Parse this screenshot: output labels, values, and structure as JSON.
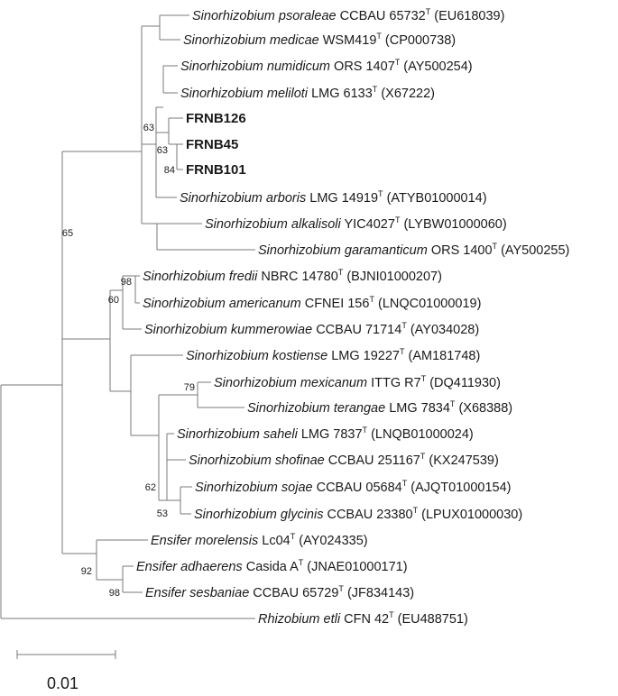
{
  "leaves": [
    {
      "species": "Sinorhizobium psoraleae",
      "strain": "CCBAU 65732",
      "sup": "T",
      "acc": "(EU618039)"
    },
    {
      "species": "Sinorhizobium medicae",
      "strain": "WSM419",
      "sup": "T",
      "acc": "(CP000738)"
    },
    {
      "species": "Sinorhizobium numidicum",
      "strain": "ORS 1407",
      "sup": "T",
      "acc": "(AY500254)"
    },
    {
      "species": "Sinorhizobium meliloti",
      "strain": "LMG 6133",
      "sup": "T",
      "acc": "(X67222)"
    },
    {
      "label": "FRNB126"
    },
    {
      "label": "FRNB45"
    },
    {
      "label": "FRNB101"
    },
    {
      "species": "Sinorhizobium arboris",
      "strain": "LMG 14919",
      "sup": "T",
      "acc": "(ATYB01000014)"
    },
    {
      "species": "Sinorhizobium alkalisoli",
      "strain": "YIC4027",
      "sup": "T",
      "acc": "(LYBW01000060)"
    },
    {
      "species": "Sinorhizobium garamanticum",
      "strain": "ORS 1400",
      "sup": "T",
      "acc": "(AY500255)"
    },
    {
      "species": "Sinorhizobium fredii",
      "strain": "NBRC 14780",
      "sup": "T",
      "acc": "(BJNI01000207)"
    },
    {
      "species": "Sinorhizobium americanum",
      "strain": "CFNEI 156",
      "sup": "T",
      "acc": "(LNQC01000019)"
    },
    {
      "species": "Sinorhizobium kummerowiae",
      "strain": "CCBAU 71714",
      "sup": "T",
      "acc": "(AY034028)"
    },
    {
      "species": "Sinorhizobium kostiense",
      "strain": "LMG 19227",
      "sup": "T",
      "acc": "(AM181748)"
    },
    {
      "species": "Sinorhizobium mexicanum",
      "strain": "ITTG R7",
      "sup": "T",
      "acc": "(DQ411930)"
    },
    {
      "species": "Sinorhizobium terangae",
      "strain": "LMG 7834",
      "sup": "T",
      "acc": "(X68388)"
    },
    {
      "species": "Sinorhizobium saheli",
      "strain": "LMG 7837",
      "sup": "T",
      "acc": "(LNQB01000024)"
    },
    {
      "species": "Sinorhizobium shofinae",
      "strain": "CCBAU 251167",
      "sup": "T",
      "acc": "(KX247539)"
    },
    {
      "species": "Sinorhizobium sojae",
      "strain": "CCBAU 05684",
      "sup": "T",
      "acc": "(AJQT01000154)"
    },
    {
      "species": "Sinorhizobium glycinis",
      "strain": "CCBAU 23380",
      "sup": "T",
      "acc": "(LPUX01000030)"
    },
    {
      "species": "Ensifer morelensis",
      "strain": "Lc04",
      "sup": "T",
      "acc": "(AY024335)"
    },
    {
      "species": "Ensifer adhaerens",
      "strain": "Casida A",
      "sup": "T",
      "acc": "(JNAE01000171)"
    },
    {
      "species": "Ensifer sesbaniae",
      "strain": "CCBAU 65729",
      "sup": "T",
      "acc": "(JF834143)"
    },
    {
      "species": "Rhizobium etli",
      "strain": "CFN 42",
      "sup": "T",
      "acc": "(EU488751)"
    }
  ],
  "bootstrap": [
    "63",
    "63",
    "84",
    "65",
    "98",
    "60",
    "79",
    "62",
    "53",
    "92",
    "98"
  ],
  "scale_bar": {
    "label": "0.01"
  }
}
